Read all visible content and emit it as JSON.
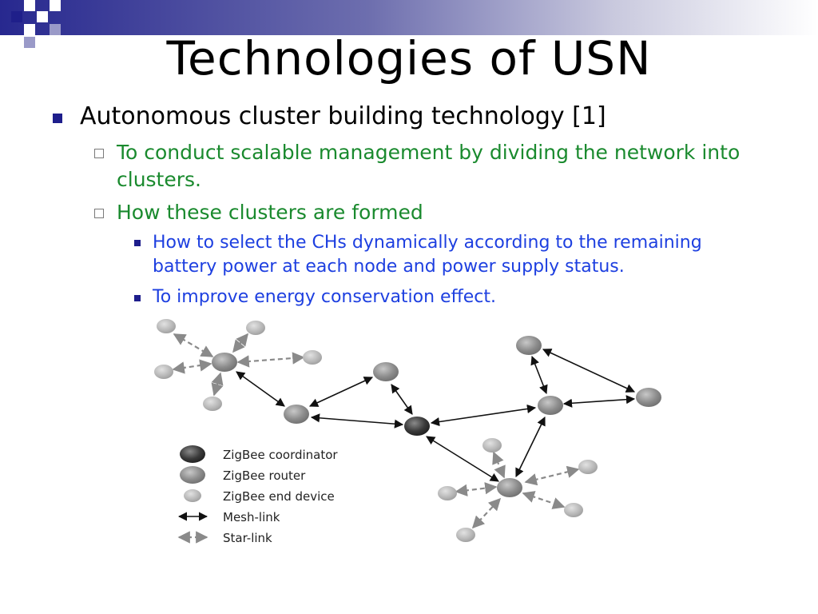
{
  "slide": {
    "title": "Technologies of USN",
    "bullet1": "Autonomous cluster building technology [1]",
    "sub1": "To conduct scalable management by dividing the network into",
    "sub1_cont": "clusters.",
    "sub2": "How these clusters are formed",
    "sub2_item1_line1": "How to select the CHs dynamically according to the remaining",
    "sub2_item1_line2": "battery power at each node and power supply status.",
    "sub2_item2": "To improve energy conservation effect."
  },
  "legend": {
    "coordinator": "ZigBee coordinator",
    "router": "ZigBee router",
    "end_device": "ZigBee end device",
    "mesh_link": "Mesh-link",
    "star_link": "Star-link"
  },
  "colors": {
    "title_bar": "#27288f",
    "level2_text": "#1a8a2e",
    "level3_text": "#1d3fe0"
  }
}
